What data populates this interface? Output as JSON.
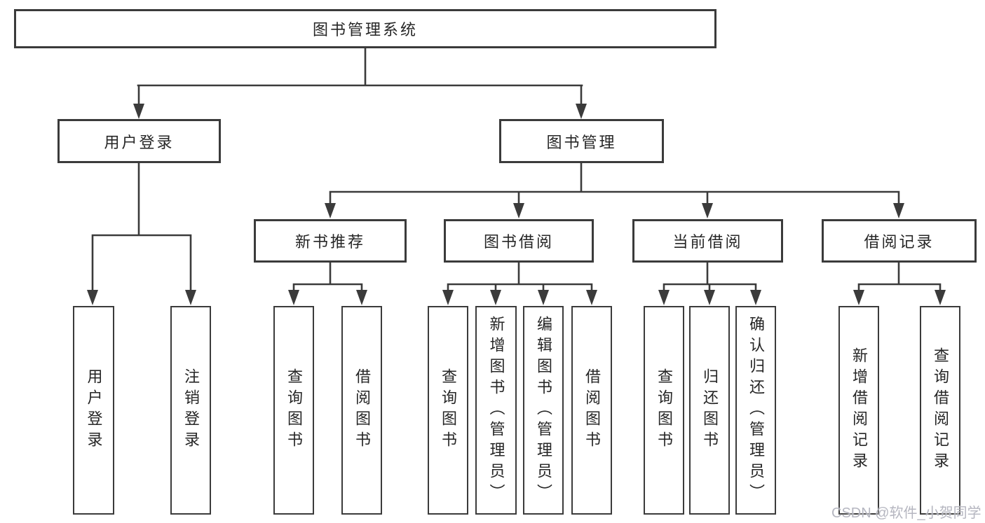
{
  "tree": {
    "root": {
      "label": "图书管理系统"
    },
    "branches": [
      {
        "label": "用户登录",
        "children": [
          {
            "label": "用户登录"
          },
          {
            "label": "注销登录"
          }
        ]
      },
      {
        "label": "图书管理",
        "children": [
          {
            "label": "新书推荐",
            "children": [
              {
                "label": "查询图书"
              },
              {
                "label": "借阅图书"
              }
            ]
          },
          {
            "label": "图书借阅",
            "children": [
              {
                "label": "查询图书"
              },
              {
                "label": "新增图书（管理员）"
              },
              {
                "label": "编辑图书（管理员）"
              },
              {
                "label": "借阅图书"
              }
            ]
          },
          {
            "label": "当前借阅",
            "children": [
              {
                "label": "查询图书"
              },
              {
                "label": "归还图书"
              },
              {
                "label": "确认归还（管理员）"
              }
            ]
          },
          {
            "label": "借阅记录",
            "children": [
              {
                "label": "新增借阅记录"
              },
              {
                "label": "查询借阅记录"
              }
            ]
          }
        ]
      }
    ]
  },
  "watermark": {
    "text": "CSDN @软件_小贺同学"
  },
  "colors": {
    "line": "#3b3b3b",
    "text": "#262626",
    "box_bg": "#ffffff",
    "page_bg": "#ffffff",
    "watermark": "#b2b3bd"
  }
}
